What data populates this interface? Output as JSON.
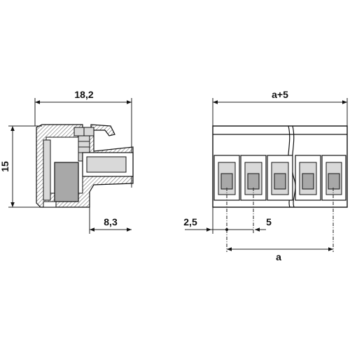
{
  "side_view": {
    "width_label": "18,2",
    "height_label": "15",
    "offset_label": "8,3"
  },
  "front_view": {
    "width_label": "a+5",
    "edge_label": "2,5",
    "pitch_label": "5",
    "span_label": "a"
  },
  "colors": {
    "line": "#111111",
    "fill_light": "#d9d9d9",
    "fill_mid": "#a8a8a8",
    "hatch": "#555555"
  }
}
